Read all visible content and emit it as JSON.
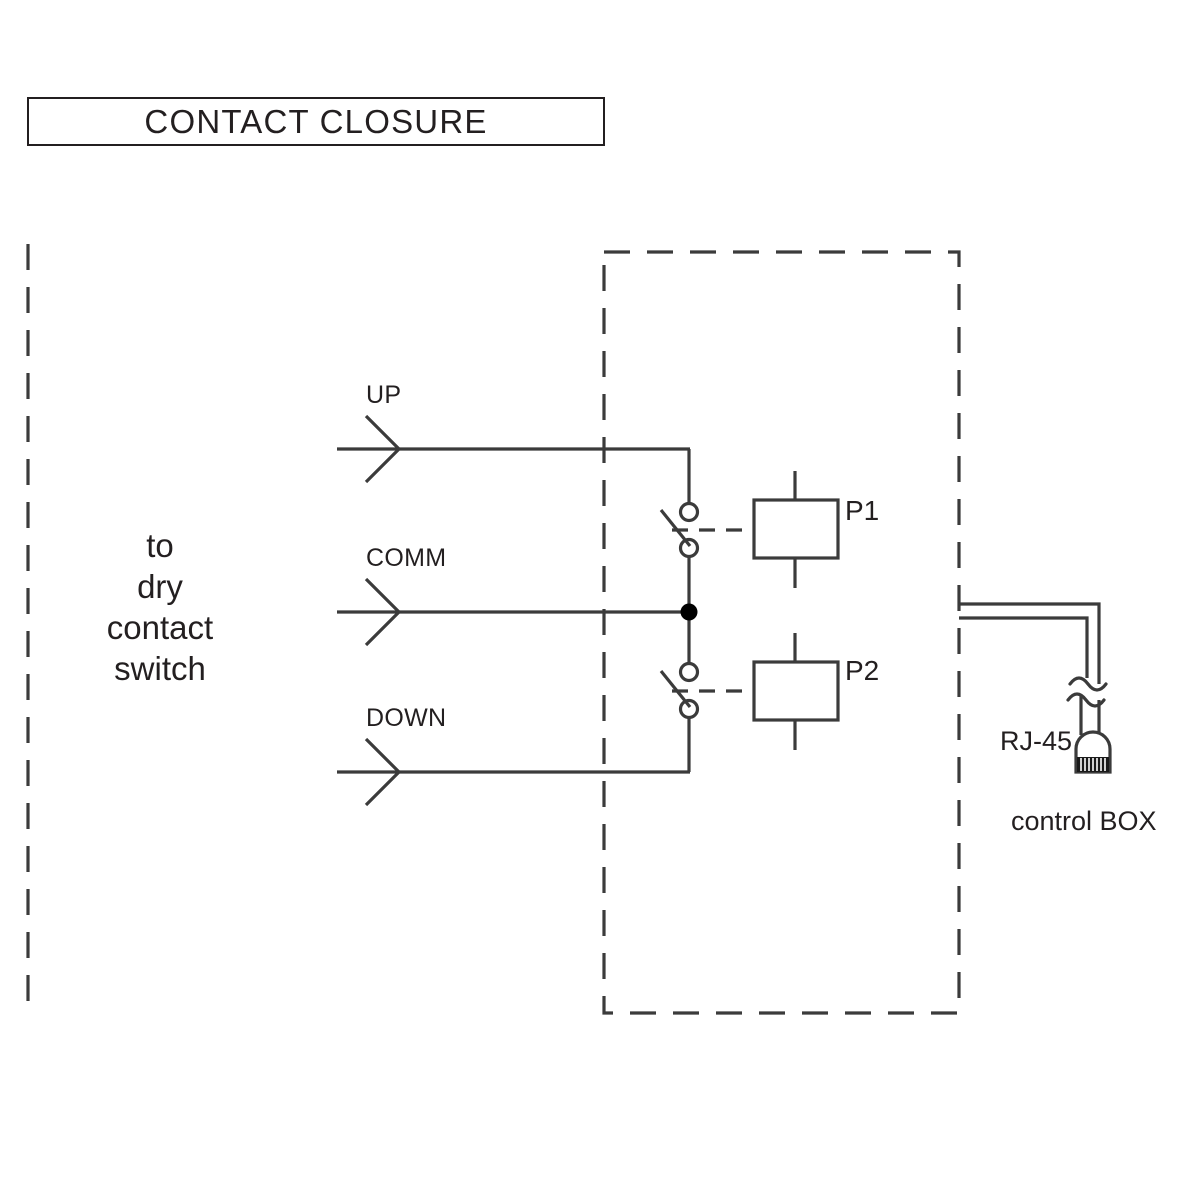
{
  "diagram": {
    "title": "CONTACT CLOSURE",
    "left_note": "to\ndry\ncontact\nswitch",
    "signals": [
      {
        "id": "up",
        "label": "UP"
      },
      {
        "id": "comm",
        "label": "COMM"
      },
      {
        "id": "down",
        "label": "DOWN"
      }
    ],
    "relays": [
      {
        "id": "p1",
        "label": "P1"
      },
      {
        "id": "p2",
        "label": "P2"
      }
    ],
    "connector": {
      "label": "RJ-45",
      "destination": "control BOX"
    },
    "colors": {
      "line": "#3b3b3b",
      "text": "#231f20",
      "background": "#ffffff",
      "junction_fill": "#000000",
      "connector_pins": "#1a1a1a"
    },
    "annotations": {
      "boundary_style": "dashed",
      "switch_state": "open",
      "coil_link_style": "dashed"
    }
  }
}
